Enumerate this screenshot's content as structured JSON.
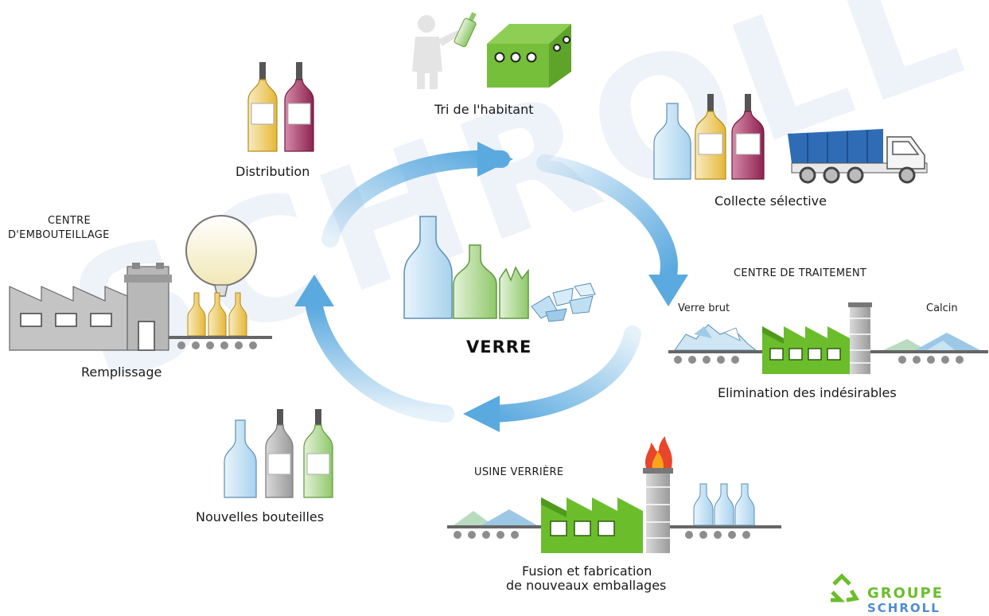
{
  "center": {
    "title": "VERRE"
  },
  "steps": {
    "tri": {
      "label": "Tri de l'habitant"
    },
    "collecte": {
      "label": "Collecte sélective"
    },
    "traitement": {
      "heading": "CENTRE DE TRAITEMENT",
      "input_label": "Verre brut",
      "output_label": "Calcin",
      "label": "Elimination des indésirables"
    },
    "usine": {
      "heading": "USINE VERRIÈRE",
      "label_line1": "Fusion et fabrication",
      "label_line2": "de nouveaux emballages"
    },
    "nouvelles": {
      "label": "Nouvelles bouteilles"
    },
    "remplissage": {
      "heading_line1": "CENTRE",
      "heading_line2": "D'EMBOUTEILLAGE",
      "label": "Remplissage"
    },
    "distribution": {
      "label": "Distribution"
    }
  },
  "watermark": {
    "text": "SCHROLL"
  },
  "logo": {
    "line1": "GROUPE",
    "line2": "SCHROLL"
  },
  "colors": {
    "accent_green": "#6bbd2c",
    "arrow_blue": "#5aa9df",
    "truck_blue": "#2f6cb5",
    "wine": "#9b2d58",
    "white_wine": "#e6b838",
    "grey": "#8d8d8d",
    "logo_blue": "#4f8ccf"
  }
}
